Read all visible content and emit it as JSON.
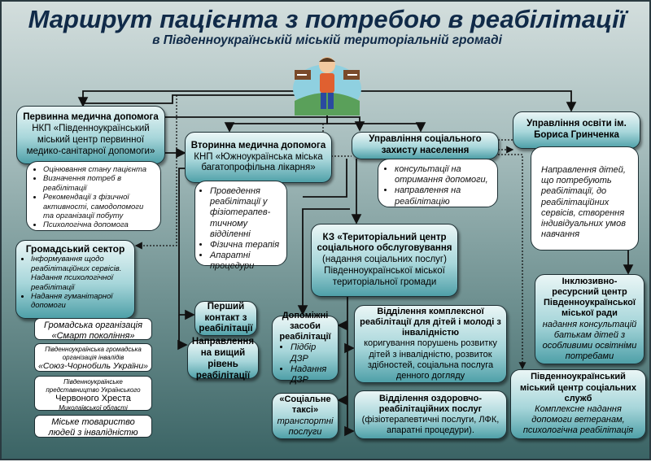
{
  "title": "Маршрут пацієнта з потребою в реабілітації",
  "subtitle": "в Південноукраїнській міській територіальній громаді",
  "primary": {
    "heading": "Первинна медична допомога",
    "body": "НКП «Південноукраїнський міський центр первинної медико-санітарної допомоги»",
    "items": [
      "Оцінювання стану пацієнта",
      "Визначення потреб в реабілітації",
      "Рекомендації з фізичної активності, самодопомоги та організації побуту",
      "Психологічна допомога"
    ]
  },
  "secondary": {
    "heading": "Вторинна медична допомога",
    "body": "КНП «Южноукраїнська міська багатопрофільна лікарня»",
    "items": [
      "Проведення реабілітації у фізіотерапев-тичному відділенні",
      "Фізична терапія",
      "Апаратні процедури"
    ]
  },
  "social": {
    "heading": "Управління соціального захисту населення",
    "items": [
      "консультації на отримання допомоги,",
      "направлення на реабілітацію"
    ]
  },
  "education": {
    "heading": "Управління освіти ім. Бориса Гринченка",
    "body": "Направлення дітей, що потребують реабілітації, до реабілітаційних сервісів, створення індивідуальних умов навчання"
  },
  "community": {
    "heading": "Громадський сектор",
    "items": [
      "Інформування щодо реабілітаційних сервісів. Надання психологічної реабілітації",
      "Надання гуманітарної допомоги"
    ],
    "orgs": [
      {
        "lines": [
          "Громадська організація",
          "«Смарт покоління»"
        ]
      },
      {
        "small": "Південноукраїнська громадська організація інвалідів",
        "main": "«Союз-Чорнобиль України»"
      },
      {
        "small": "Південноукраїнське представництво Українського",
        "main": "Червоного Хреста",
        "small2": "Миколаївської області"
      },
      {
        "lines": [
          "Міське товариство",
          "людей з інвалідністю"
        ]
      }
    ]
  },
  "territorial": {
    "heading": "КЗ «Територіальний центр соціального обслуговування",
    "body": "(надання соціальних послуг) Південноукраїнської міської територіальної громади"
  },
  "first_contact": "Перший контакт з реабілітації",
  "referral": "Направлення на вищий рівень реабілітації",
  "aids": {
    "heading": "Допоміжні засоби реабілітації",
    "items": [
      "Підбір ДЗР",
      "Надання ДЗР"
    ]
  },
  "taxi": {
    "heading": "«Соціальне таксі»",
    "body": "транспортні послуги"
  },
  "complex": {
    "heading": "Відділення комплексної реабілітації для дітей і молоді з інвалідністю",
    "body": "коригування порушень розвитку дітей з інвалідністю, розвиток здібностей, соціальна послуга денного догляду"
  },
  "health": {
    "heading": "Відділення оздоровчо-реабілітаційних послуг",
    "body": "(фізіотерапевтичні послуги, ЛФК, апаратні процедури)."
  },
  "inclusive": {
    "heading": "Інклюзивно-ресурсний центр Південноукраїнської міської ради",
    "body": "надання консультацій батькам дітей з особливими освітніми потребами"
  },
  "social_services": {
    "heading": "Південноукраїнський міський центр соціальних служб",
    "body": "Комплексне надання допомоги ветеранам, психологічна реабілітація"
  }
}
